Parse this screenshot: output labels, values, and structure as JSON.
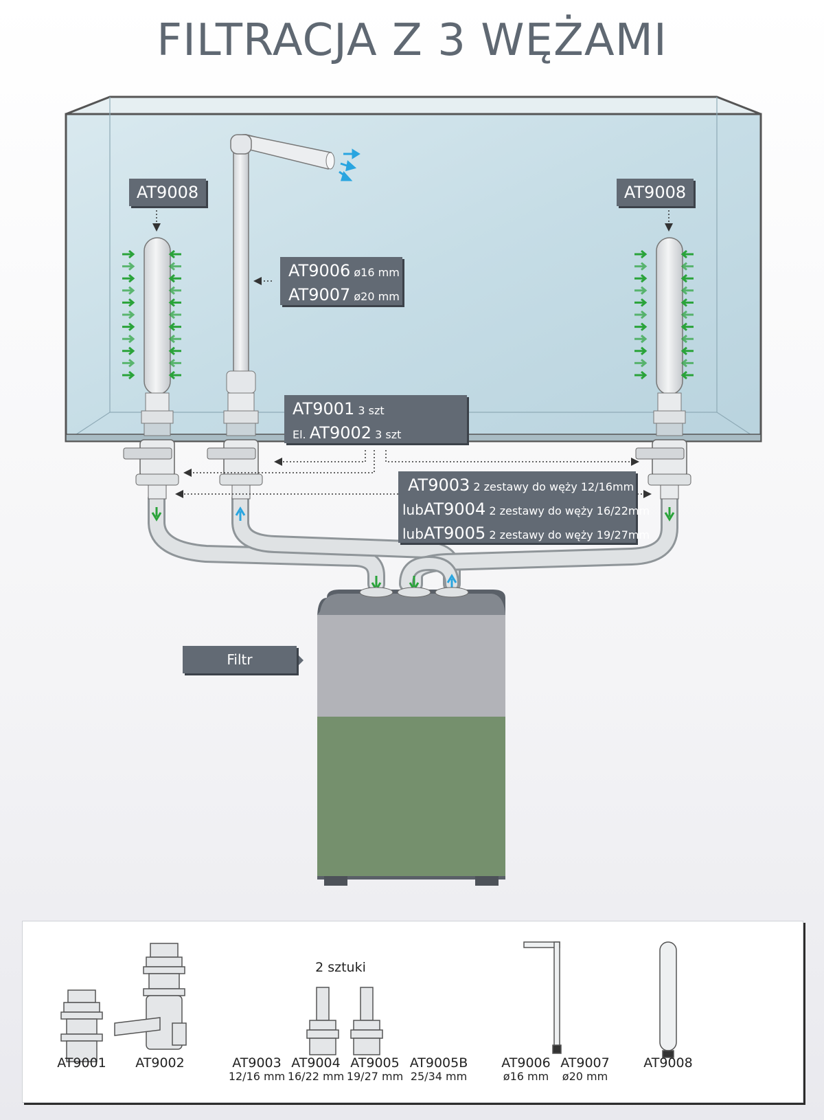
{
  "title": "FILTRACJA Z 3 WĘŻAMI",
  "colors": {
    "label_bg": "#626a74",
    "filter_top": "#b2b3b8",
    "filter_bottom": "#75906d",
    "inflow_arrow": "#2aa33a",
    "outflow_arrow": "#29a5e0",
    "glass": "#c9dfe8"
  },
  "labels": {
    "at9008_left": "AT9008",
    "at9008_right": "AT9008",
    "return_pipe": {
      "line1_code": "AT9006",
      "line1_size": "ø16 mm",
      "line2_code": "AT9007",
      "line2_size": "ø20 mm"
    },
    "bulkhead": {
      "line1_code": "AT9001",
      "line1_qty": "3 szt",
      "line2_prefix": "El.",
      "line2_code": "AT9002",
      "line2_qty": "3 szt"
    },
    "fittings": {
      "line1_code": "AT9003",
      "line1_desc": "2 zestawy do węży 12/16mm",
      "line2_prefix": "lub",
      "line2_code": "AT9004",
      "line2_desc": "2 zestawy do węży 16/22mm",
      "line3_prefix": "lub",
      "line3_code": "AT9005",
      "line3_desc": "2 zestawy do węży 19/27mm"
    },
    "filter": "Filtr"
  },
  "legend": {
    "pairs_note": "2 sztuki",
    "items": [
      {
        "code": "AT9001",
        "size": ""
      },
      {
        "code": "AT9002",
        "size": ""
      },
      {
        "code": "AT9003",
        "size": "12/16 mm"
      },
      {
        "code": "AT9004",
        "size": "16/22 mm"
      },
      {
        "code": "AT9005",
        "size": "19/27 mm"
      },
      {
        "code": "AT9005B",
        "size": "25/34 mm"
      },
      {
        "code": "AT9006",
        "size": "ø16 mm"
      },
      {
        "code": "AT9007",
        "size": "ø20 mm"
      },
      {
        "code": "AT9008",
        "size": ""
      }
    ]
  }
}
